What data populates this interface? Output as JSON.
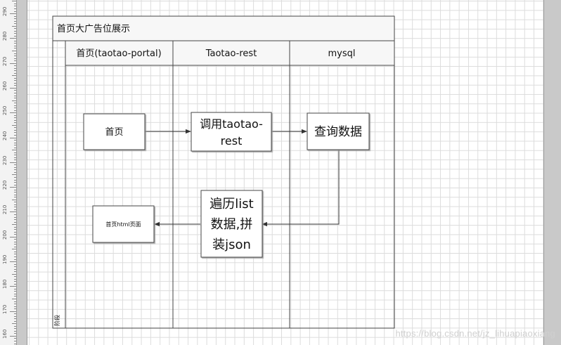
{
  "ruler": {
    "labels": [
      "290",
      "280",
      "270",
      "260",
      "250",
      "240",
      "230",
      "220",
      "210",
      "200",
      "190",
      "180",
      "170",
      "160"
    ]
  },
  "diagram": {
    "title": "首页大广告位展示",
    "phase_label": "阶段",
    "lanes": [
      {
        "label": "首页(taotao-portal)"
      },
      {
        "label": "Taotao-rest"
      },
      {
        "label": "mysql"
      }
    ],
    "steps": {
      "homepage": "首页",
      "call_rest": [
        "调用taotao-",
        "rest"
      ],
      "query_data": "查询数据",
      "iterate_list": [
        "遍历list",
        "数据,拼",
        "装json"
      ],
      "html_page": "首页html页面"
    }
  },
  "watermark": "https://blog.csdn.net/jz_lihuapiaoxiang"
}
